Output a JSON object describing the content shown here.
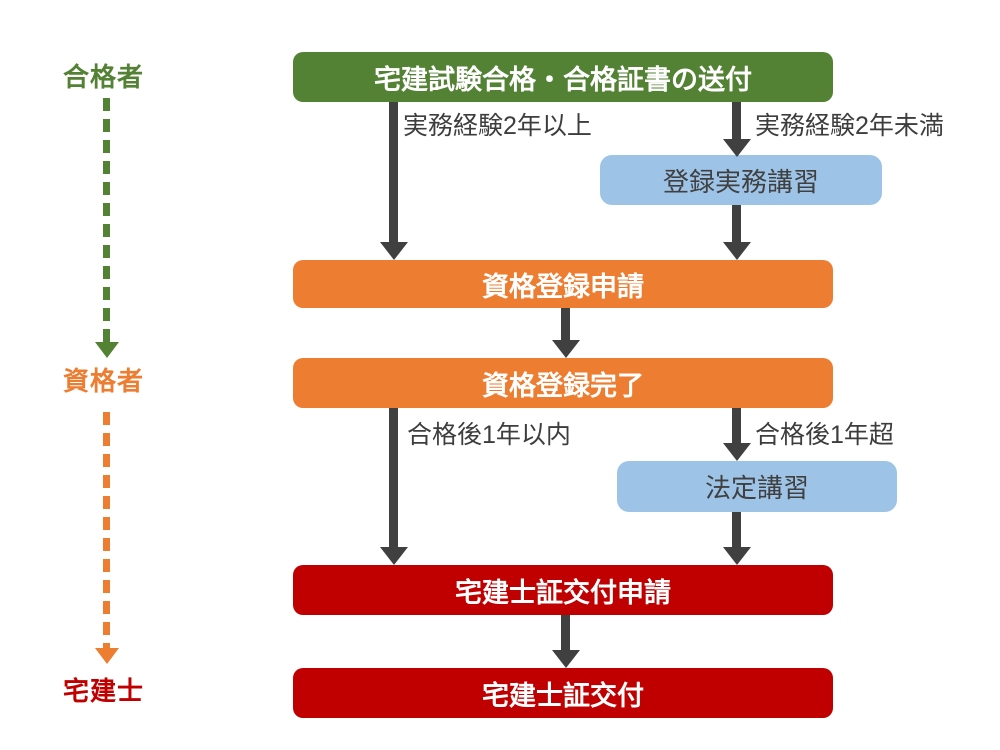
{
  "diagram": {
    "stages": {
      "passer": "合格者",
      "qualified": "資格者",
      "takkenshi": "宅建士"
    },
    "boxes": {
      "exam_pass": "宅建試験合格・合格証書の送付",
      "registration_practical_course": "登録実務講習",
      "registration_application": "資格登録申請",
      "registration_complete": "資格登録完了",
      "statutory_course": "法定講習",
      "license_application": "宅建士証交付申請",
      "license_issue": "宅建士証交付"
    },
    "branch_labels": {
      "experience_2y_plus": "実務経験2年以上",
      "experience_2y_minus": "実務経験2年未満",
      "within_1y_after_pass": "合格後1年以内",
      "over_1y_after_pass": "合格後1年超"
    },
    "colors": {
      "green": "#548235",
      "orange": "#ED7D31",
      "red": "#C00000",
      "blue": "#9DC3E6",
      "arrow_gray": "#404040",
      "box_text_light": "#FFFFFF",
      "box_text_dark": "#404040",
      "label_text": "#3D3D3D",
      "background": "#FFFFFF"
    }
  }
}
